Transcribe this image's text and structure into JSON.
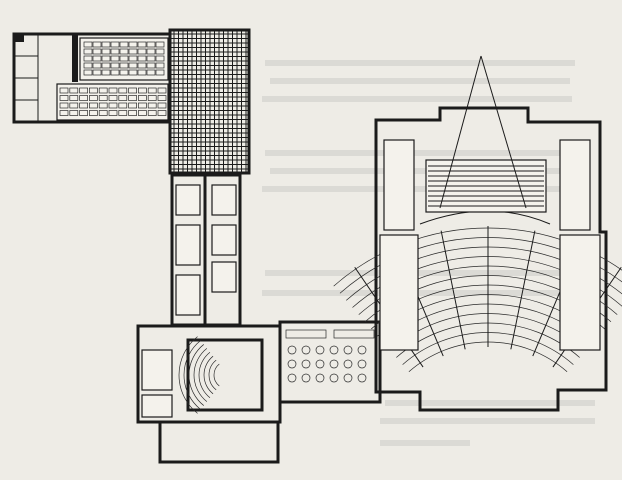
{
  "page": {
    "background": "#eeece6",
    "ink": "#1b1b1b"
  },
  "components": [
    {
      "name": "north-wing-lecture-block",
      "kind": "rooms-with-seating"
    },
    {
      "name": "glass-grid-hall",
      "kind": "glazed-grid"
    },
    {
      "name": "connecting-corridor-wing",
      "kind": "corridor"
    },
    {
      "name": "small-auditorium",
      "kind": "fan-seating"
    },
    {
      "name": "lobby-tables",
      "kind": "furniture"
    },
    {
      "name": "main-auditorium",
      "kind": "fan-seating"
    },
    {
      "name": "stage",
      "kind": "stage"
    },
    {
      "name": "sightline-triangle",
      "kind": "sightline"
    }
  ]
}
